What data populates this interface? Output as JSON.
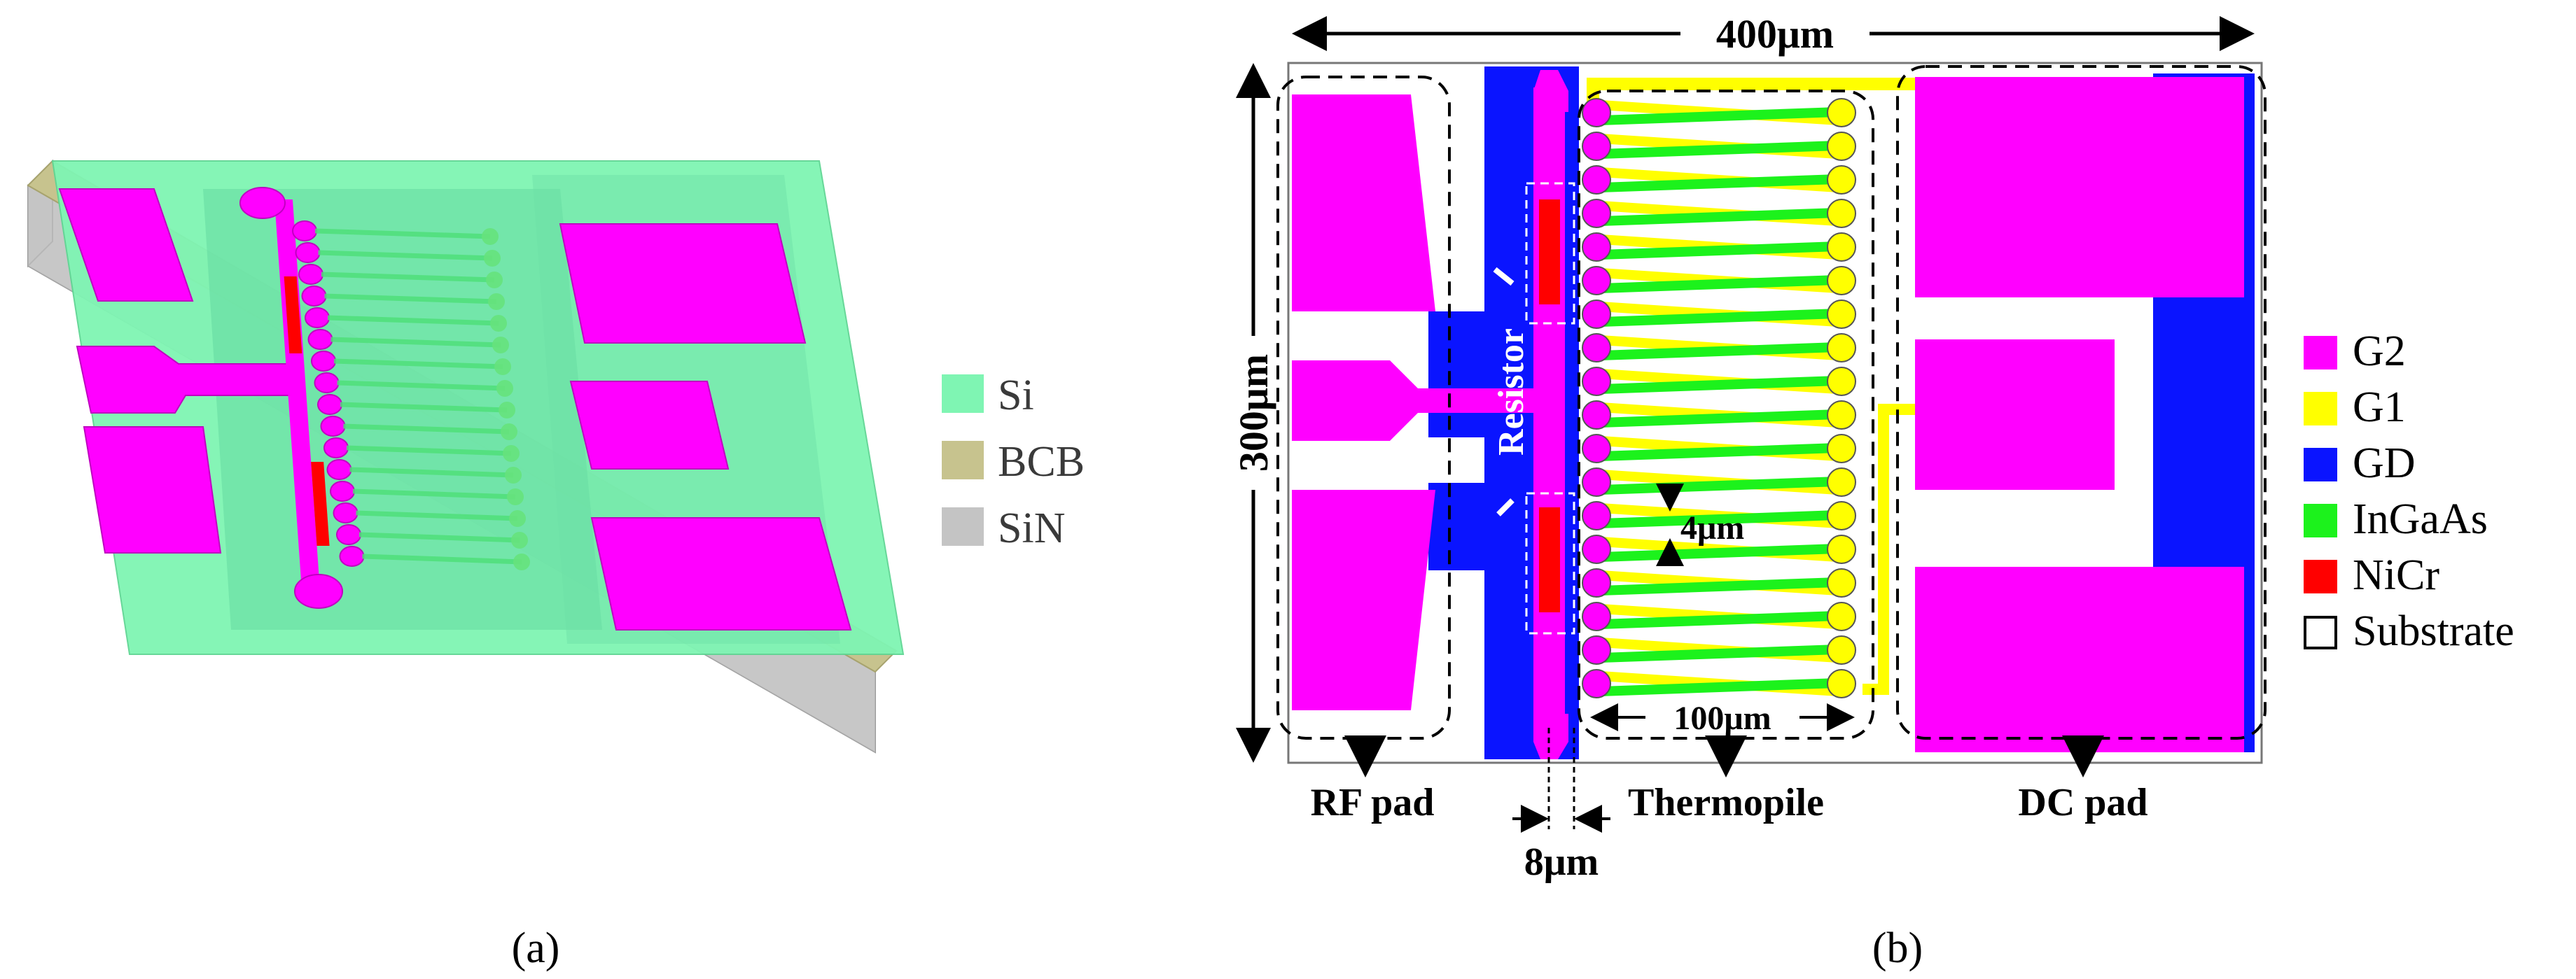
{
  "colors": {
    "si": "#7ff5b3",
    "bcb": "#c7c38e",
    "sin": "#c4c4c4",
    "g2": "#ff00ff",
    "g1": "#ffff00",
    "gd": "#0a14ff",
    "ingaas": "#1cf21c",
    "nicr": "#ff0000",
    "substrate": "#ffffff",
    "text": "#000000"
  },
  "panel_a": {
    "caption": "(a)",
    "legend": [
      {
        "label": "Si",
        "color": "#7ff5b3"
      },
      {
        "label": "BCB",
        "color": "#c7c38e"
      },
      {
        "label": "SiN",
        "color": "#c4c4c4"
      }
    ]
  },
  "panel_b": {
    "caption": "(b)",
    "dim_width": "400μm",
    "dim_height": "300μm",
    "resistor_label": "Resistor",
    "pitch_label": "4μm",
    "thermopile_width_label": "100μm",
    "gap_label": "8μm",
    "region_labels": {
      "rf_pad": "RF pad",
      "thermopile": "Thermopile",
      "dc_pad": "DC pad"
    },
    "legend": [
      {
        "label": "G2",
        "color": "#ff00ff"
      },
      {
        "label": "G1",
        "color": "#ffff00"
      },
      {
        "label": "GD",
        "color": "#0a14ff"
      },
      {
        "label": "InGaAs",
        "color": "#1cf21c"
      },
      {
        "label": "NiCr",
        "color": "#ff0000"
      },
      {
        "label": "Substrate",
        "color": "#ffffff"
      }
    ]
  }
}
